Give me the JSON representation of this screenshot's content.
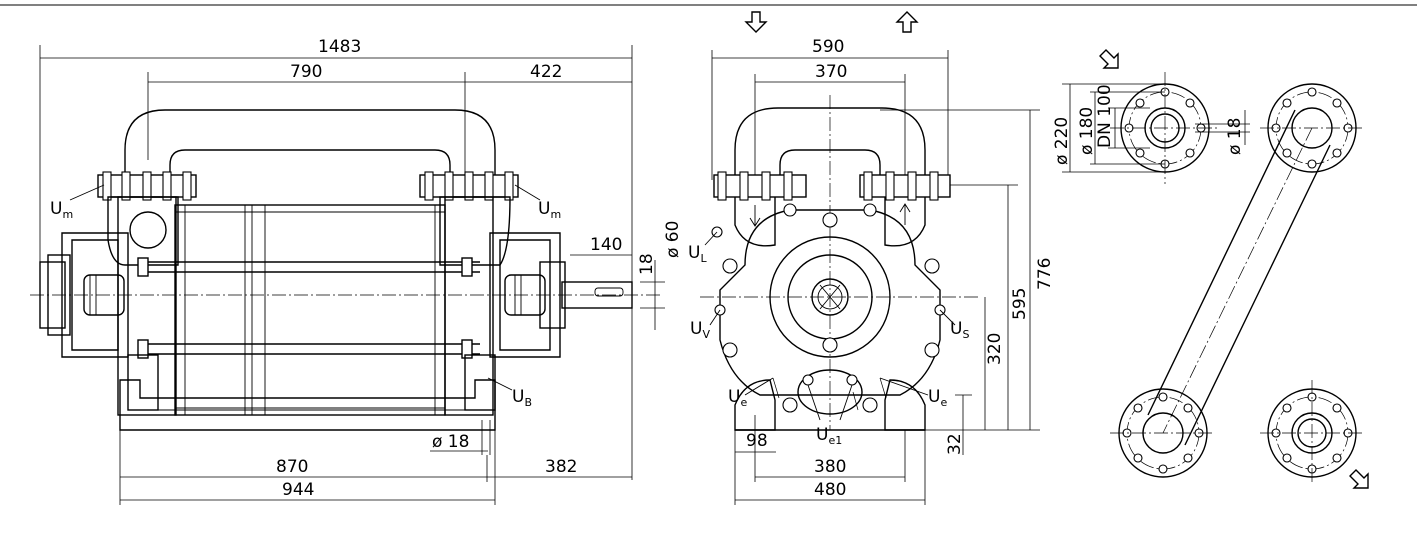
{
  "dimensions": {
    "side_overall_length": "1483",
    "side_manifold_span": "790",
    "side_right_offset": "422",
    "side_shaft_length": "140",
    "side_shaft_dia": "ø 60",
    "side_key_dim": "18",
    "side_foot_hole": "ø 18",
    "side_foot_span": "870",
    "side_right_base": "382",
    "side_base_length": "944",
    "front_overall_width": "590",
    "front_flange_span": "370",
    "front_height_total": "776",
    "front_height_top": "595",
    "front_shaft_height": "320",
    "front_base_height": "32",
    "front_foot_offset": "98",
    "front_foot_span": "380",
    "front_base_width": "480",
    "flange_outer_dia": "ø 220",
    "flange_bolt_circle": "ø 180",
    "flange_nominal": "DN 100",
    "flange_hole_dia": "ø 18"
  },
  "connection_labels": {
    "um_left": {
      "main": "U",
      "sub": "m"
    },
    "um_right": {
      "main": "U",
      "sub": "m"
    },
    "ub": {
      "main": "U",
      "sub": "B"
    },
    "ul": {
      "main": "U",
      "sub": "L"
    },
    "uv": {
      "main": "U",
      "sub": "V"
    },
    "us": {
      "main": "U",
      "sub": "S"
    },
    "ue_left": {
      "main": "U",
      "sub": "e"
    },
    "ue_right": {
      "main": "U",
      "sub": "e"
    },
    "ue1": {
      "main": "U",
      "sub": "e1"
    }
  },
  "icons": {
    "inlet_arrow": "arrow-down-outline-icon",
    "outlet_arrow": "arrow-up-outline-icon",
    "flange_inlet": "arrow-diagonal-down-left-icon",
    "flange_outlet": "arrow-diagonal-down-right-icon",
    "logo": "sihi-logo-icon"
  },
  "colors": {
    "ink": "#000000",
    "paper": "#ffffff"
  }
}
